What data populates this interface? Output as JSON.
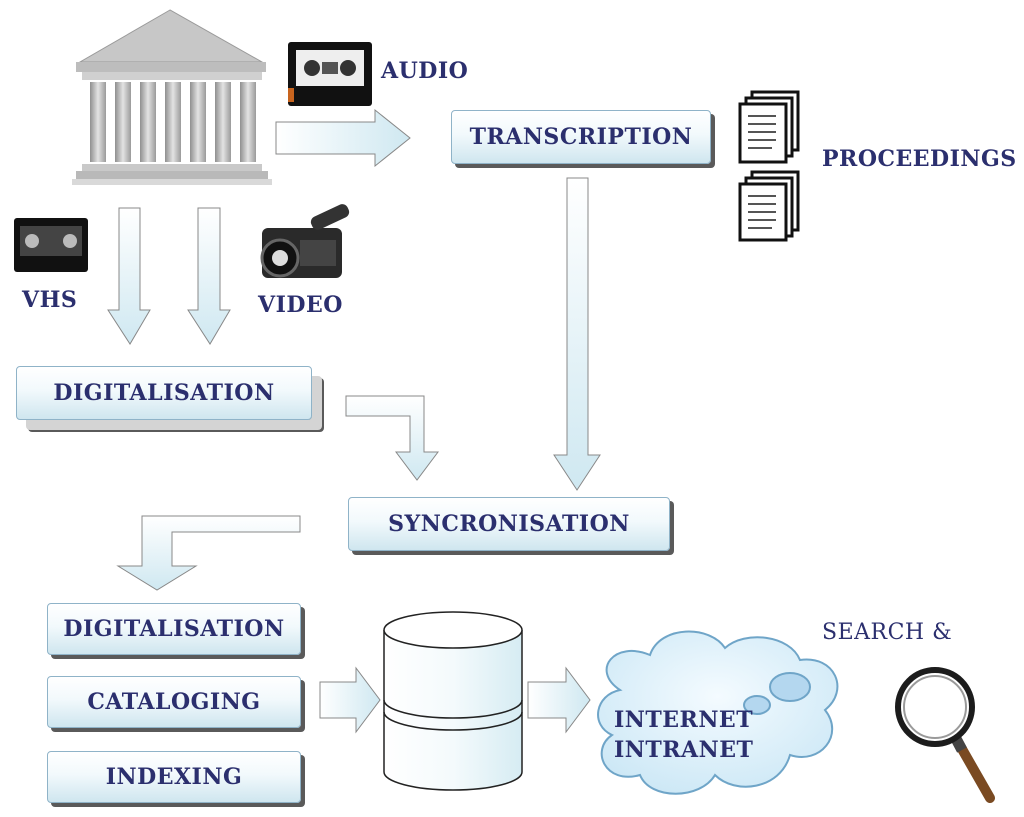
{
  "labels": {
    "audio": "AUDIO",
    "vhs": "VHS",
    "video": "VIDEO",
    "proceedings": "PROCEEDINGS",
    "search": "SEARCH &"
  },
  "boxes": {
    "transcription": "TRANSCRIPTION",
    "digitalisation_top": "DIGITALISATION",
    "syncronisation": "SYNCRONISATION",
    "digitalisation_bottom": "DIGITALISATION",
    "cataloging": "CATALOGING",
    "indexing": "INDEXING"
  },
  "cloud": {
    "line1": "INTERNET",
    "line2": "INTRANET"
  },
  "icons": [
    "building-icon",
    "cassette-icon",
    "vhs-tape-icon",
    "camcorder-icon",
    "documents-icon",
    "database-icon",
    "cloud-icon",
    "magnifier-icon"
  ],
  "colors": {
    "text": "#2b2f6e",
    "box_gradient_bottom": "#cfe6ef",
    "arrow_fill": "#d6ecf3",
    "shadow": "#5a5a5a"
  }
}
